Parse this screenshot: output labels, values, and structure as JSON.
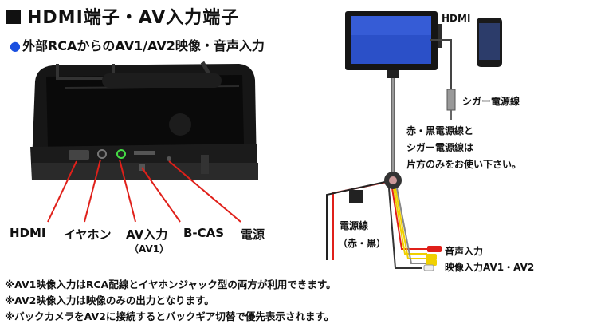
{
  "heading": {
    "title": "HDMI端子・AV入力端子",
    "subtitle": "外部RCAからのAV1/AV2映像・音声入力"
  },
  "rear_labels": {
    "hdmi": "HDMI",
    "earphone": "イヤホン",
    "av_in": "AV入力",
    "av_in_sub": "（AV1）",
    "bcas": "B-CAS",
    "power": "電源"
  },
  "diagram": {
    "hdmi": "HDMI",
    "cigar": "シガー電源線",
    "power_note": [
      "赤・黒電源線と",
      "シガー電源線は",
      "片方のみをお使い下さい。"
    ],
    "power_wire": [
      "電源線",
      "（赤・黒）"
    ],
    "audio_in": "音声入力",
    "video_in": "映像入力AV1・AV2"
  },
  "notes": [
    "※AV1映像入力はRCA配線とイヤホンジャック型の両方が利用できます。",
    "※AV2映像入力は映像のみの出力となります。",
    "※バックカメラをAV2に接続するとバックギア切替で優先表示されます。"
  ],
  "colors": {
    "accent": "#1a4fe0",
    "line": "#e0201a",
    "screen": "#2b50c8"
  }
}
